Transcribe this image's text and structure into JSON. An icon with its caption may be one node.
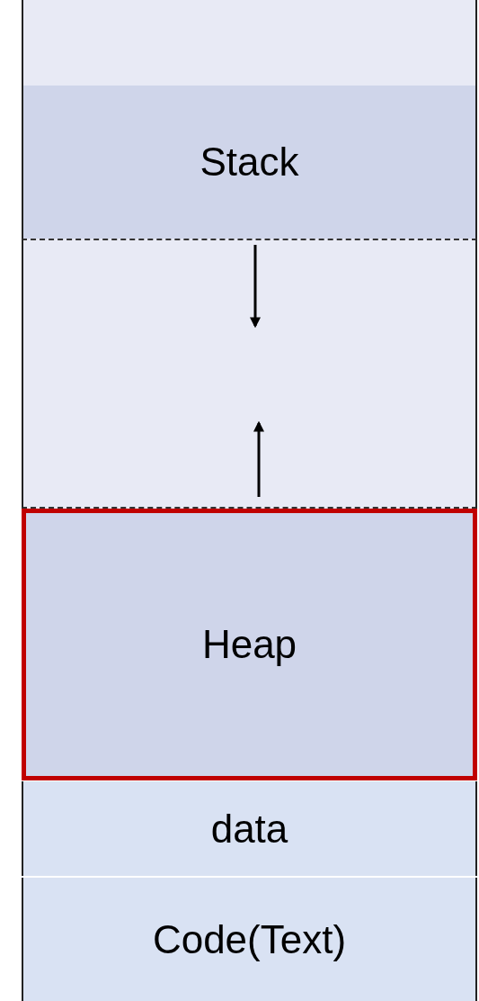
{
  "diagram": {
    "nodes": [
      {
        "text": [],
        "shape": "box"
      },
      {
        "text": [
          "Stack"
        ]
      },
      {
        "text": [],
        "shape": "box"
      },
      {
        "text": [
          "Heap"
        ]
      },
      {
        "text": [
          "data"
        ]
      },
      {
        "text": [
          "Code(Text)"
        ]
      }
    ]
  }
}
